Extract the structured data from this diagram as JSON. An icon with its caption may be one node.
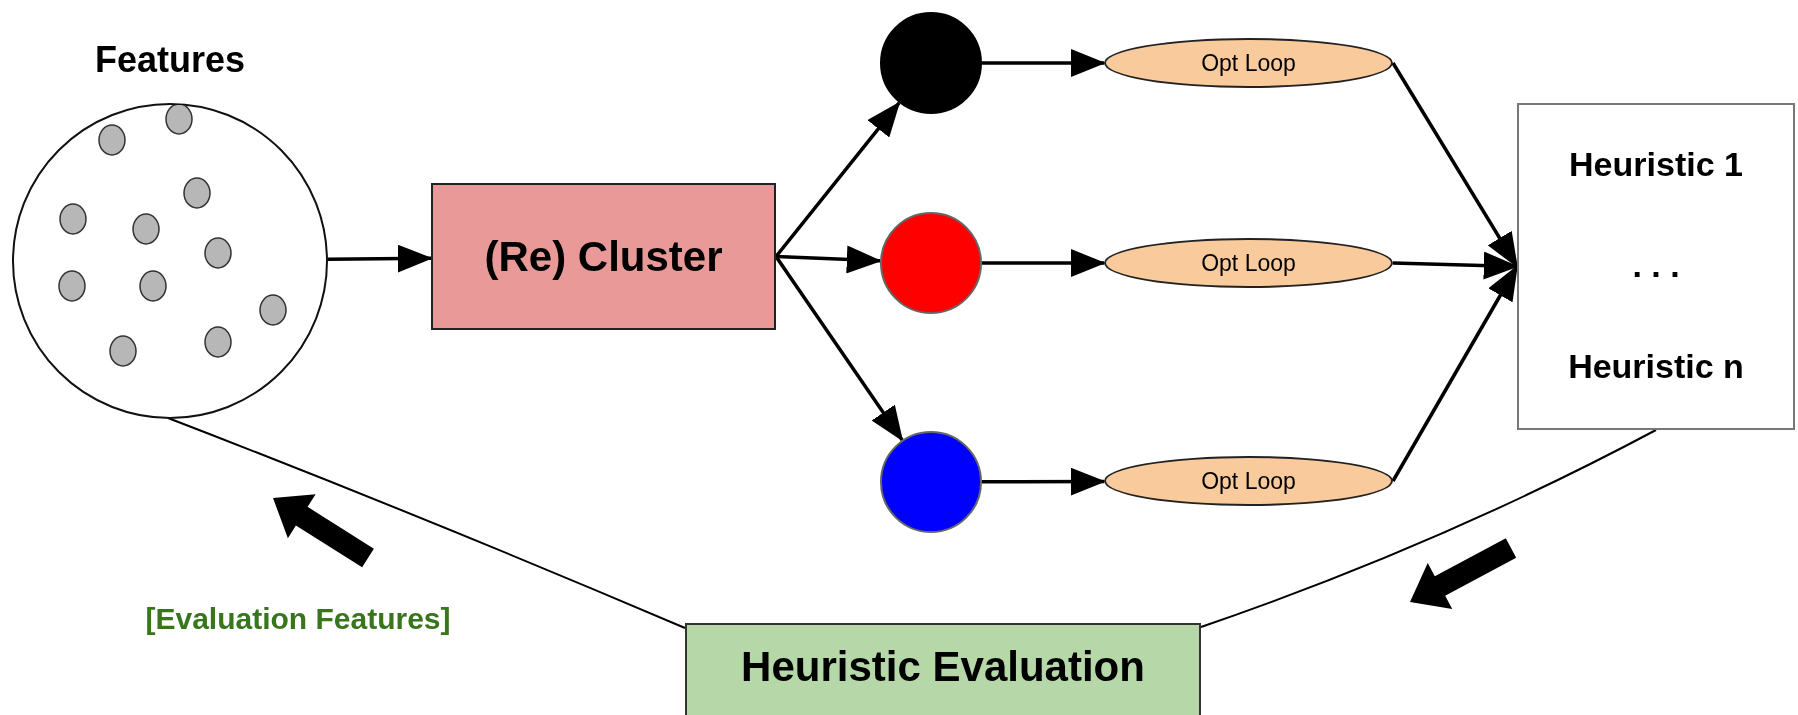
{
  "diagram": {
    "nodes": [
      {
        "text": [
          "Features"
        ]
      },
      {
        "text": [
          "(Re) Cluster"
        ]
      },
      {
        "text": [],
        "shape": "circle"
      },
      {
        "text": [],
        "shape": "circle"
      },
      {
        "text": [],
        "shape": "circle"
      },
      {
        "text": [
          "Opt Loop"
        ]
      },
      {
        "text": [
          "Opt Loop"
        ]
      },
      {
        "text": [
          "Opt Loop"
        ]
      },
      {
        "text": [
          "Heuristic 1",
          ". . .",
          "Heuristic n"
        ]
      },
      {
        "text": [
          "Heuristic Evaluation"
        ]
      }
    ],
    "edges": [
      {
        "from": 0,
        "to": 1,
        "arrow": "to"
      },
      {
        "from": 1,
        "to": 2,
        "arrow": "to"
      },
      {
        "from": 1,
        "to": 3,
        "arrow": "to"
      },
      {
        "from": 1,
        "to": 4,
        "arrow": "to"
      },
      {
        "from": 2,
        "to": 5,
        "arrow": "to"
      },
      {
        "from": 3,
        "to": 6,
        "arrow": "to"
      },
      {
        "from": 4,
        "to": 7,
        "arrow": "to"
      },
      {
        "from": 5,
        "to": 8,
        "arrow": "to"
      },
      {
        "from": 6,
        "to": 8,
        "arrow": "to"
      },
      {
        "from": 7,
        "to": 8,
        "arrow": "to"
      },
      {
        "from": 8,
        "to": 9,
        "arrow": "none"
      },
      {
        "from": 9,
        "to": 0,
        "arrow": "none"
      }
    ],
    "labels": [
      "[Evaluation Features]"
    ]
  }
}
